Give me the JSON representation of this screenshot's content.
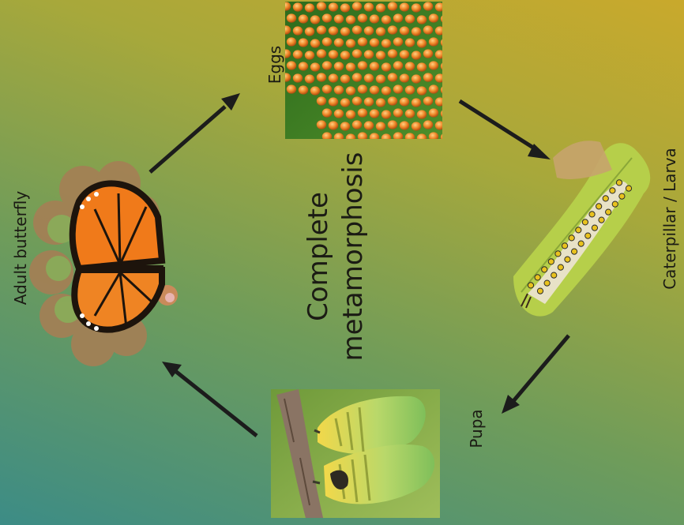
{
  "diagram": {
    "title_line1": "Complete",
    "title_line2": "metamorphosis",
    "stages": {
      "eggs": "Eggs",
      "larva": "Caterpillar / Larva",
      "pupa": "Pupa",
      "adult": "Adult butterfly"
    },
    "arrow_color": "#1c1c1c"
  }
}
